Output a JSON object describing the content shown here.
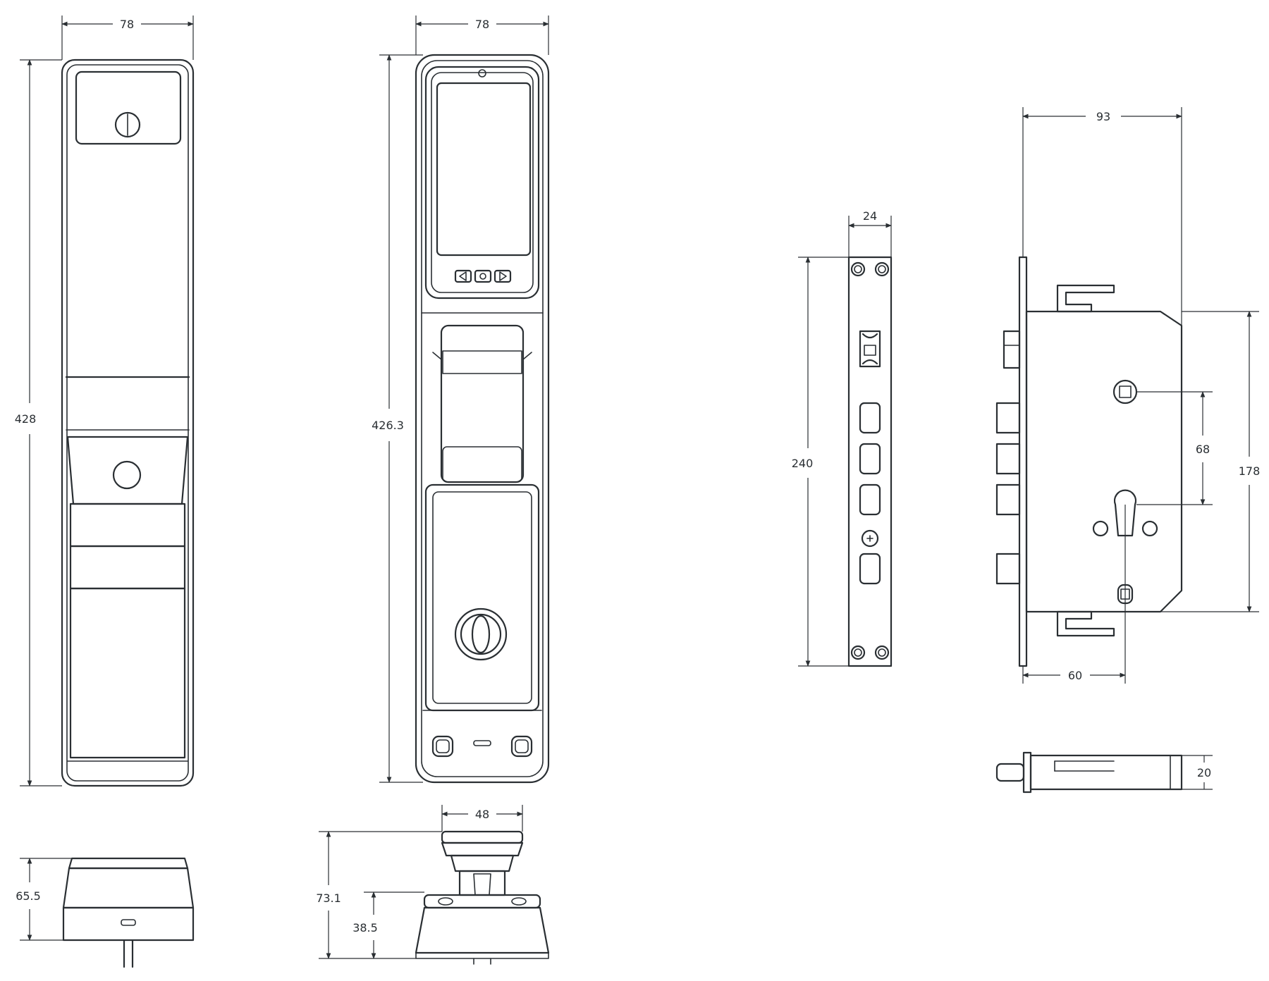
{
  "colors": {
    "line": "#2a2f33",
    "background": "#ffffff"
  },
  "views": {
    "back_panel": {
      "width_label": "78",
      "height_label": "428",
      "depth_label": "65.5"
    },
    "front_panel": {
      "width_label": "78",
      "height_label": "426.3",
      "handle_width_label": "48",
      "depth_label": "73.1",
      "base_depth_label": "38.5"
    },
    "faceplate": {
      "width_label": "24",
      "height_label": "240"
    },
    "mortise_body": {
      "width_label": "93",
      "spindle_to_cylinder_label": "68",
      "case_height_label": "178",
      "backset_label": "60",
      "thickness_label": "20"
    }
  }
}
